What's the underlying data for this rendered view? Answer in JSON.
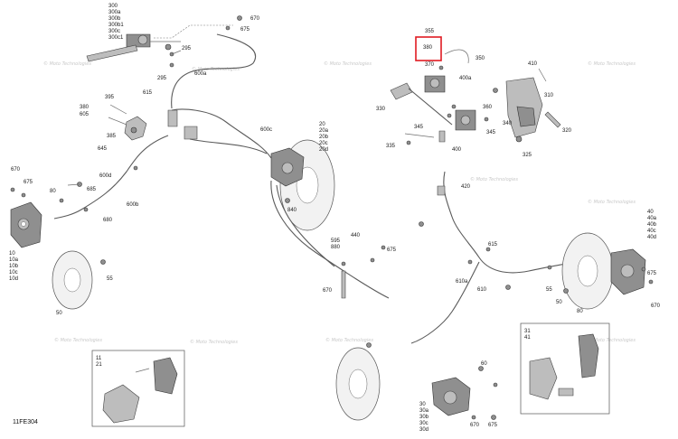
{
  "diagram_ref": "11FE304",
  "watermark_text": "© Moto Technologies",
  "highlight_color": "#e01b22",
  "callouts": [
    {
      "id": "c300",
      "text": "300"
    },
    {
      "id": "c300a",
      "text": "300a"
    },
    {
      "id": "c300b",
      "text": "300b"
    },
    {
      "id": "c300b1",
      "text": "300b1"
    },
    {
      "id": "c300c",
      "text": "300c"
    },
    {
      "id": "c300c1",
      "text": "300c1"
    },
    {
      "id": "c670a",
      "text": "670"
    },
    {
      "id": "c675a",
      "text": "675"
    },
    {
      "id": "c295a",
      "text": "295"
    },
    {
      "id": "c295b",
      "text": "295"
    },
    {
      "id": "c600a",
      "text": "600a"
    },
    {
      "id": "c615a",
      "text": "615"
    },
    {
      "id": "c395",
      "text": "395"
    },
    {
      "id": "c380l",
      "text": "380"
    },
    {
      "id": "c605",
      "text": "605"
    },
    {
      "id": "c385",
      "text": "385"
    },
    {
      "id": "c645",
      "text": "645"
    },
    {
      "id": "c600d",
      "text": "600d"
    },
    {
      "id": "c600c",
      "text": "600c"
    },
    {
      "id": "c600b",
      "text": "600b"
    },
    {
      "id": "c20",
      "text": "20"
    },
    {
      "id": "c20a",
      "text": "20a"
    },
    {
      "id": "c20b",
      "text": "20b"
    },
    {
      "id": "c20c",
      "text": "20c"
    },
    {
      "id": "c20d",
      "text": "20d"
    },
    {
      "id": "c670b",
      "text": "670"
    },
    {
      "id": "c675b",
      "text": "675"
    },
    {
      "id": "c80a",
      "text": "80"
    },
    {
      "id": "c685",
      "text": "685"
    },
    {
      "id": "c680",
      "text": "680"
    },
    {
      "id": "c10",
      "text": "10"
    },
    {
      "id": "c10a",
      "text": "10a"
    },
    {
      "id": "c10b",
      "text": "10b"
    },
    {
      "id": "c10c",
      "text": "10c"
    },
    {
      "id": "c10d",
      "text": "10d"
    },
    {
      "id": "c55a",
      "text": "55"
    },
    {
      "id": "c50a",
      "text": "50"
    },
    {
      "id": "c840",
      "text": "840"
    },
    {
      "id": "c595",
      "text": "595"
    },
    {
      "id": "c880",
      "text": "880"
    },
    {
      "id": "c440",
      "text": "440"
    },
    {
      "id": "c675c",
      "text": "675"
    },
    {
      "id": "c670c",
      "text": "670"
    },
    {
      "id": "c11",
      "text": "11"
    },
    {
      "id": "c21",
      "text": "21"
    },
    {
      "id": "c355",
      "text": "355"
    },
    {
      "id": "c380h",
      "text": "380"
    },
    {
      "id": "c370",
      "text": "370"
    },
    {
      "id": "c350",
      "text": "350"
    },
    {
      "id": "c400a",
      "text": "400a"
    },
    {
      "id": "c330",
      "text": "330"
    },
    {
      "id": "c345a",
      "text": "345"
    },
    {
      "id": "c345b",
      "text": "345"
    },
    {
      "id": "c360",
      "text": "360"
    },
    {
      "id": "c335",
      "text": "335"
    },
    {
      "id": "c400",
      "text": "400"
    },
    {
      "id": "c410",
      "text": "410"
    },
    {
      "id": "c310",
      "text": "310"
    },
    {
      "id": "c340",
      "text": "340"
    },
    {
      "id": "c320",
      "text": "320"
    },
    {
      "id": "c325",
      "text": "325"
    },
    {
      "id": "c420",
      "text": "420"
    },
    {
      "id": "c615b",
      "text": "615"
    },
    {
      "id": "c610a",
      "text": "610a"
    },
    {
      "id": "c610",
      "text": "610"
    },
    {
      "id": "c40",
      "text": "40"
    },
    {
      "id": "c40a",
      "text": "40a"
    },
    {
      "id": "c40b",
      "text": "40b"
    },
    {
      "id": "c40c",
      "text": "40c"
    },
    {
      "id": "c40d",
      "text": "40d"
    },
    {
      "id": "c675d",
      "text": "675"
    },
    {
      "id": "c670d",
      "text": "670"
    },
    {
      "id": "c80b",
      "text": "80"
    },
    {
      "id": "c55b",
      "text": "55"
    },
    {
      "id": "c50b",
      "text": "50"
    },
    {
      "id": "c31",
      "text": "31"
    },
    {
      "id": "c41",
      "text": "41"
    },
    {
      "id": "c60",
      "text": "60"
    },
    {
      "id": "c30",
      "text": "30"
    },
    {
      "id": "c30a",
      "text": "30a"
    },
    {
      "id": "c30b",
      "text": "30b"
    },
    {
      "id": "c30c",
      "text": "30c"
    },
    {
      "id": "c30d",
      "text": "30d"
    },
    {
      "id": "c670e",
      "text": "670"
    },
    {
      "id": "c675e",
      "text": "675"
    }
  ]
}
